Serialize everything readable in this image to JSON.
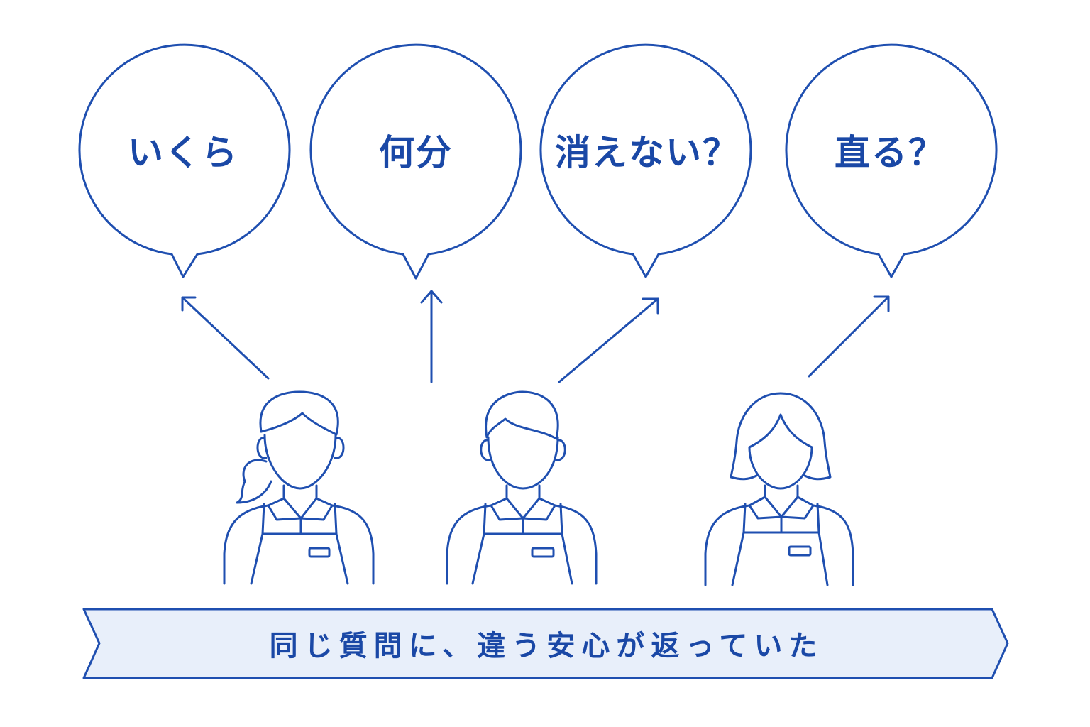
{
  "colors": {
    "line": "#1f4fb0",
    "text": "#1a48a6",
    "banner_fill": "#e8effa",
    "background": "#ffffff"
  },
  "bubbles": [
    {
      "label": "いくら"
    },
    {
      "label": "何分"
    },
    {
      "label": "消えない？"
    },
    {
      "label": "直る？"
    }
  ],
  "people": [
    {
      "icon": "woman-ponytail-staff-icon"
    },
    {
      "icon": "man-staff-icon"
    },
    {
      "icon": "woman-bob-staff-icon"
    }
  ],
  "banner": {
    "text": "同じ質問に、違う安心が返っていた"
  }
}
